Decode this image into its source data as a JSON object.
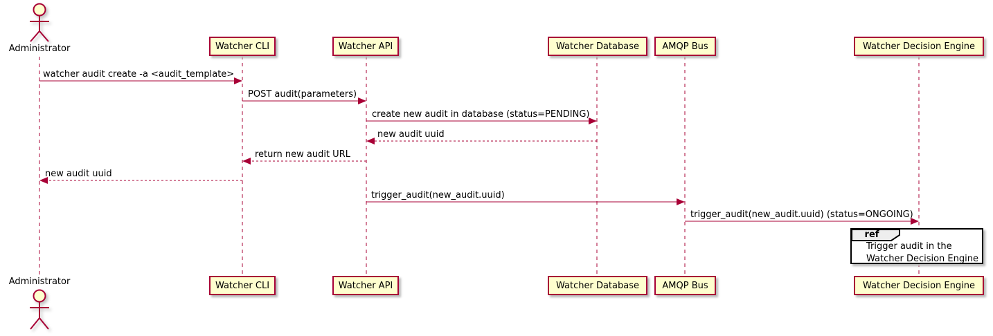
{
  "diagram": {
    "type": "sequence-diagram",
    "actor": {
      "label": "Administrator",
      "icon": "stick-figure-actor-icon"
    },
    "participants": [
      {
        "label": "Watcher CLI"
      },
      {
        "label": "Watcher API"
      },
      {
        "label": "Watcher Database"
      },
      {
        "label": "AMQP Bus"
      },
      {
        "label": "Watcher Decision Engine"
      }
    ],
    "messages": [
      {
        "from": "Administrator",
        "to": "Watcher CLI",
        "style": "solid",
        "label": "watcher audit create -a <audit_template>"
      },
      {
        "from": "Watcher CLI",
        "to": "Watcher API",
        "style": "solid",
        "label": "POST audit(parameters)"
      },
      {
        "from": "Watcher API",
        "to": "Watcher Database",
        "style": "solid",
        "label": "create new audit in database (status=PENDING)"
      },
      {
        "from": "Watcher Database",
        "to": "Watcher API",
        "style": "dashed",
        "label": "new audit uuid"
      },
      {
        "from": "Watcher API",
        "to": "Watcher CLI",
        "style": "dashed",
        "label": "return new audit URL"
      },
      {
        "from": "Watcher CLI",
        "to": "Administrator",
        "style": "dashed",
        "label": "new audit uuid"
      },
      {
        "from": "Watcher API",
        "to": "AMQP Bus",
        "style": "solid",
        "label": "trigger_audit(new_audit.uuid)"
      },
      {
        "from": "AMQP Bus",
        "to": "Watcher Decision Engine",
        "style": "solid",
        "label": "trigger_audit(new_audit.uuid) (status=ONGOING)"
      }
    ],
    "ref_fragment": {
      "keyword": "ref",
      "over": "Watcher Decision Engine",
      "lines": [
        "Trigger audit in the",
        "Watcher Decision Engine"
      ]
    },
    "colors": {
      "participant_fill": "#FEFECE",
      "participant_border": "#A80036",
      "line": "#A80036",
      "text": "#000000",
      "ref_fill": "#FFFFFF",
      "ref_border": "#000000",
      "ref_tab_fill": "#EEEEEE",
      "background": "#FFFFFF"
    }
  }
}
